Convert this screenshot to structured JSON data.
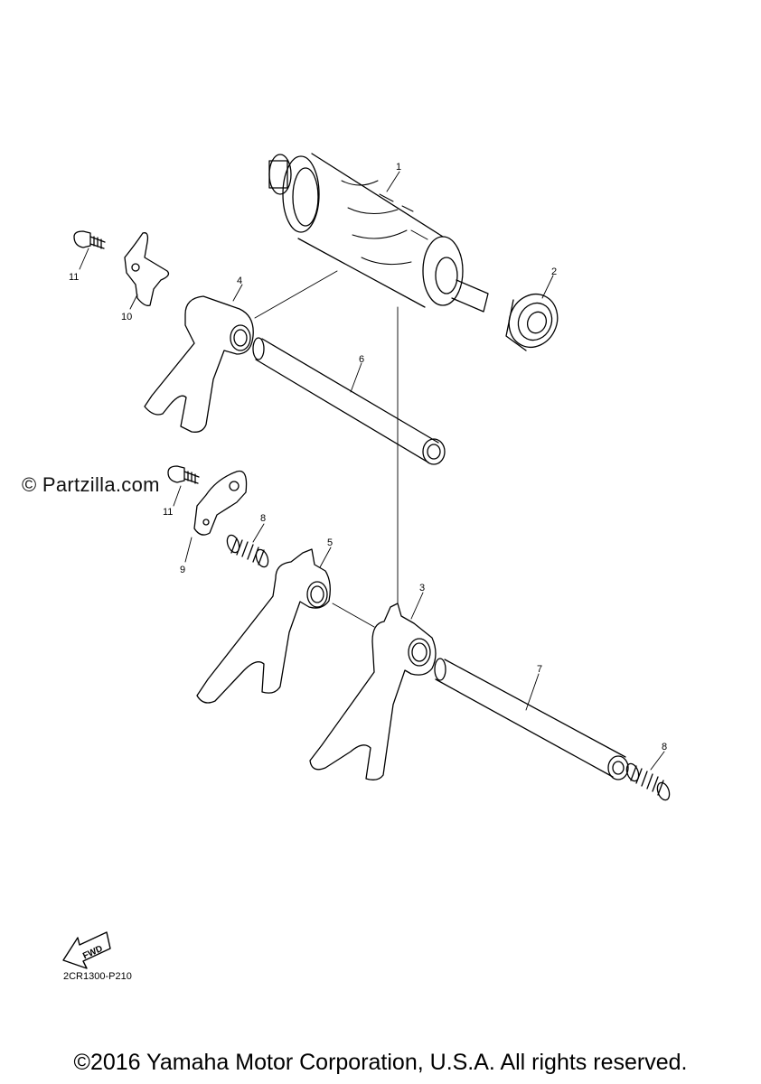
{
  "watermark": "© Partzilla.com",
  "diagram_code": "2CR1300-P210",
  "fwd_label": "FWD",
  "copyright": "©2016 Yamaha Motor Corporation, U.S.A. All rights reserved.",
  "callouts": {
    "c1": "1",
    "c2": "2",
    "c3": "3",
    "c4": "4",
    "c5": "5",
    "c6": "6",
    "c7": "7",
    "c8a": "8",
    "c8b": "8",
    "c9": "9",
    "c10": "10",
    "c11a": "11",
    "c11b": "11"
  }
}
